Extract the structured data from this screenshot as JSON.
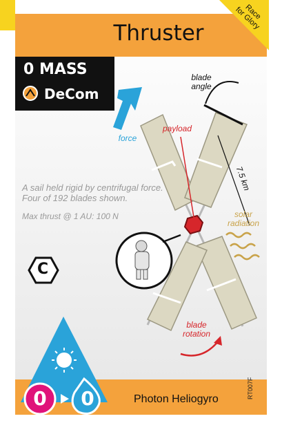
{
  "card": {
    "title": "Thruster",
    "corner_tag": [
      "Race",
      "for Glory"
    ],
    "mass": "0 MASS",
    "decom": "DeCom",
    "description": "A sail held rigid by centrifugal force. Four of 192 blades shown.",
    "max_thrust": "Max thrust @ 1 AU: 100 N",
    "footer_name": "Photon Heliogyro",
    "card_code": "RT007F",
    "fuel_values": [
      "0",
      "0"
    ]
  },
  "labels": {
    "blade_angle": [
      "blade",
      "angle"
    ],
    "payload": "payload",
    "force": "force",
    "length": "7.5 km",
    "solar_radiation": [
      "solar",
      "radiation"
    ],
    "blade_rotation": [
      "blade",
      "rotation"
    ]
  },
  "icons": {
    "hex_type": "C",
    "decom_icon": "decom-icon",
    "sun_icon": "sun-icon"
  },
  "colors": {
    "orange": "#F4A23C",
    "yellow": "#F7D31F",
    "black": "#111111",
    "blue": "#2AA3D9",
    "magenta": "#E0137A",
    "red": "#D6262B",
    "tan": "#C9A34A",
    "blade": "#DCD8C2"
  }
}
